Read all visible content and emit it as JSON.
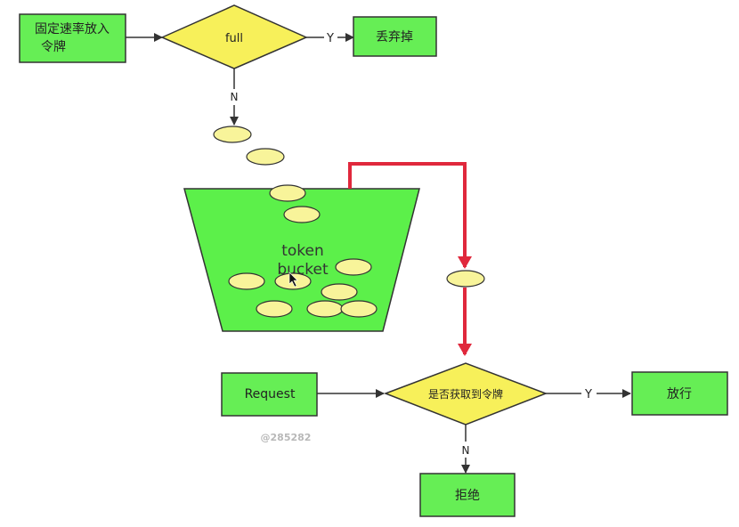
{
  "diagram": {
    "nodes": {
      "put_tokens": {
        "line1": "固定速率放入",
        "line2": "令牌"
      },
      "full_check": {
        "label": "full"
      },
      "discard": {
        "label": "丢弃掉"
      },
      "bucket": {
        "line1": "token",
        "line2": "bucket"
      },
      "request": {
        "label": "Request"
      },
      "get_token_check": {
        "label": "是否获取到令牌"
      },
      "allow": {
        "label": "放行"
      },
      "reject": {
        "label": "拒绝"
      }
    },
    "edges": {
      "full_yes": "Y",
      "full_no": "N",
      "token_yes": "Y",
      "token_no": "N"
    },
    "watermark": "@285282",
    "colors": {
      "box_fill": "#66ee55",
      "diamond_fill": "#f7f05a",
      "token_fill": "#f8f49a",
      "bucket_fill": "#5cf04a",
      "red_arrow": "#e0283c"
    }
  }
}
